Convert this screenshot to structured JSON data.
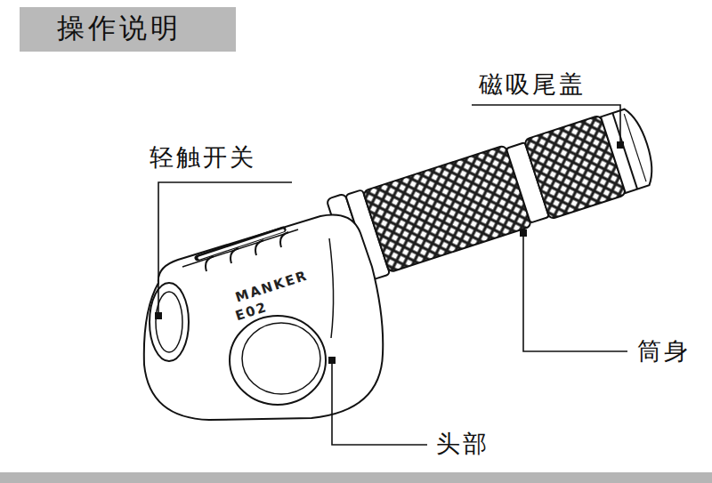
{
  "diagram": {
    "title": "操作说明",
    "labels": [
      "磁吸尾盖",
      "轻触开关",
      "筒身",
      "头部",
      "MANKER",
      "E02"
    ]
  }
}
